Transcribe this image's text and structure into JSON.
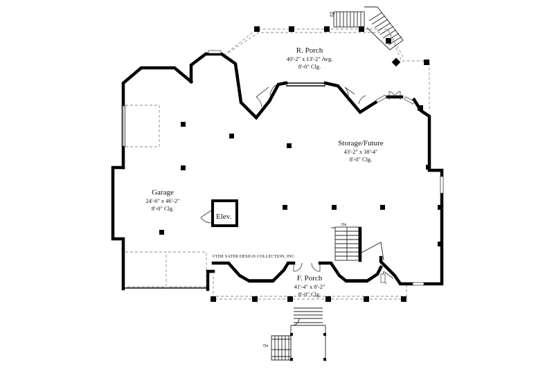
{
  "rooms": {
    "r_porch": {
      "name": "R. Porch",
      "dims": "40'-2\" x 13'-2\" Avg.",
      "ceiling": "8'-0\" Clg."
    },
    "storage": {
      "name": "Storage/Future",
      "dims": "43'-2\" x 38'-4\"",
      "ceiling": "8'-0\" Clg."
    },
    "garage": {
      "name": "Garage",
      "dims": "24'-6\" x 46'-2\"",
      "ceiling": "8'-0\" Clg."
    },
    "f_porch": {
      "name": "F. Porch",
      "dims": "41'-4\" x 8'-2\"",
      "ceiling": "8'-0\" Clg."
    },
    "elevator": {
      "name": "Elev."
    }
  },
  "labels": {
    "stair_down": "Dn",
    "copyright": "©THE SATER DESIGN COLLECTION, INC."
  },
  "colors": {
    "wall": "#000000",
    "dashed_line": "#8a8a8a",
    "background": "#ffffff"
  }
}
